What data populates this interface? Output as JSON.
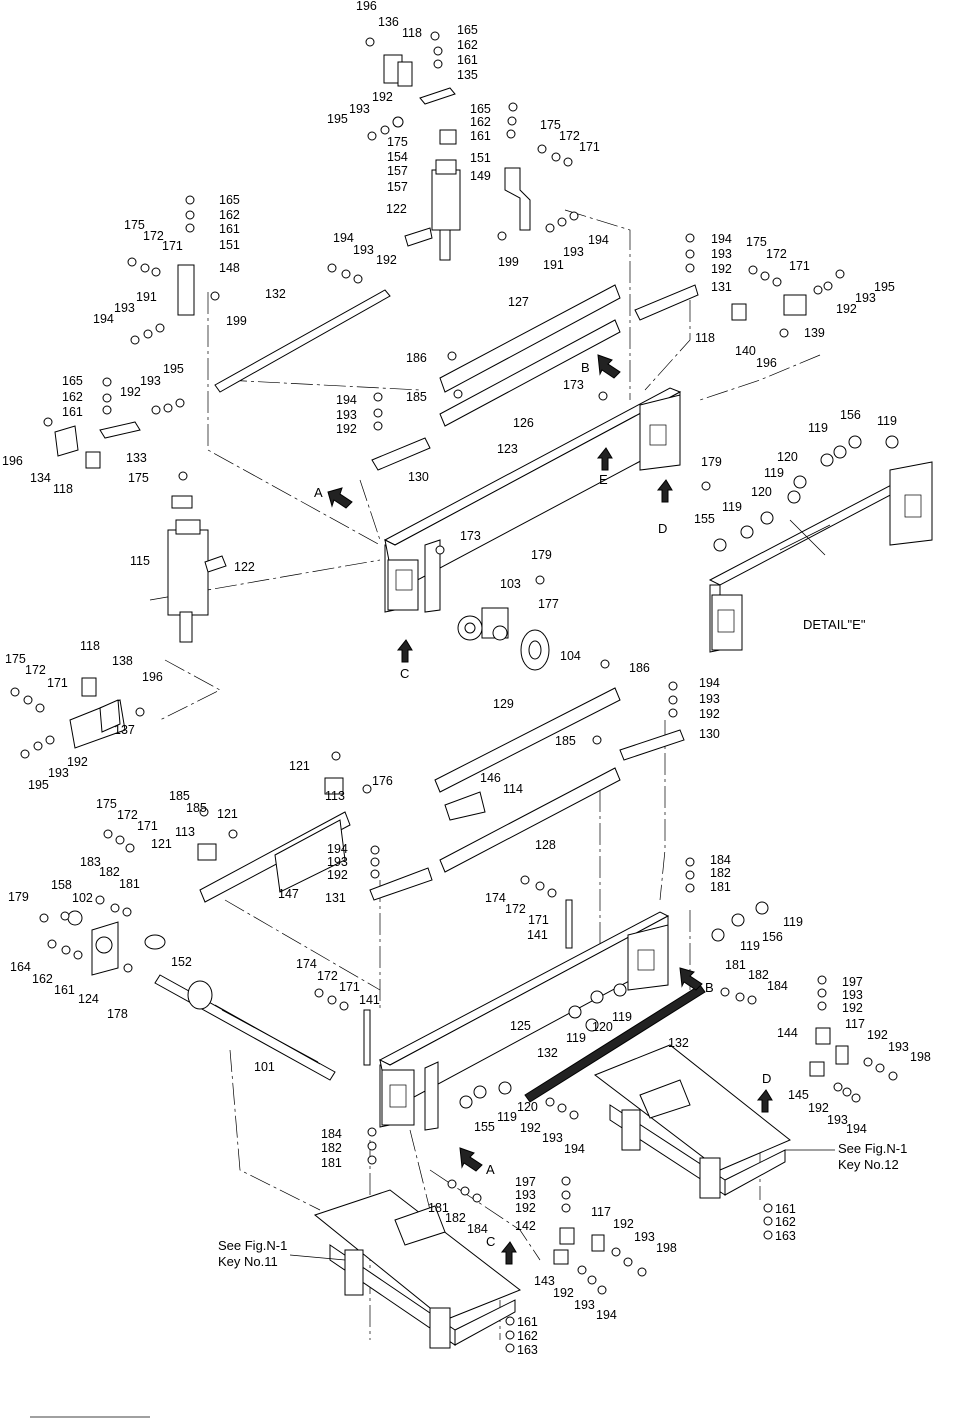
{
  "diagram": {
    "labels": {
      "l196a": "196",
      "l136": "136",
      "l118a": "118",
      "l165a": "165",
      "l162a": "162",
      "l161a": "161",
      "l135": "135",
      "l192a": "192",
      "l193a": "193",
      "l195a": "195",
      "l165b": "165",
      "l162b": "162",
      "l161b": "161",
      "l175a": "175",
      "l154": "154",
      "l157a": "157",
      "l157b": "157",
      "l122a": "122",
      "l175b": "175",
      "l172a": "172",
      "l171a": "171",
      "l151a": "151",
      "l149": "149",
      "l199a": "199",
      "l191a": "191",
      "l193b": "193",
      "l194a": "194",
      "l165c": "165",
      "l162c": "162",
      "l161c": "161",
      "l151b": "151",
      "l148": "148",
      "l175c": "175",
      "l172b": "172",
      "l171b": "171",
      "l194b": "194",
      "l193c": "193",
      "l191b": "191",
      "l199b": "199",
      "l194c": "194",
      "l193d": "193",
      "l192b": "192",
      "l132a": "132",
      "l127": "127",
      "l194d": "194",
      "l193e": "193",
      "l192c": "192",
      "l131a": "131",
      "l175d": "175",
      "l172c": "172",
      "l171c": "171",
      "l195b": "195",
      "l193f": "193",
      "l192d": "192",
      "l118b": "118",
      "l140": "140",
      "l196b": "196",
      "l139": "139",
      "l186a": "186",
      "l185a": "185",
      "l126": "126",
      "l173a": "173",
      "l165d": "165",
      "l162d": "162",
      "l161d": "161",
      "l192e": "192",
      "l193g": "193",
      "l195c": "195",
      "l194e": "194",
      "l193h": "193",
      "l192f": "192",
      "l196c": "196",
      "l134": "134",
      "l118c": "118",
      "l133": "133",
      "l175e": "175",
      "l130a": "130",
      "l123": "123",
      "l179a": "179",
      "l156a": "156",
      "l119a": "119",
      "l119b": "119",
      "l120a": "120",
      "l119c": "119",
      "l120b": "120",
      "l119d": "119",
      "l155a": "155",
      "l173b": "173",
      "l179b": "179",
      "l115": "115",
      "l122b": "122",
      "l103": "103",
      "l177": "177",
      "l104": "104",
      "l118d": "118",
      "l175f": "175",
      "l172d": "172",
      "l171d": "171",
      "l138": "138",
      "l196d": "196",
      "l137": "137",
      "l192g": "192",
      "l193i": "193",
      "l195d": "195",
      "l186b": "186",
      "l194f": "194",
      "l193j": "193",
      "l192h": "192",
      "l129": "129",
      "l130b": "130",
      "l185b": "185",
      "l121a": "121",
      "l176": "176",
      "l113a": "113",
      "l146": "146",
      "l114": "114",
      "l185c": "185",
      "l185d": "185",
      "l121b": "121",
      "l175g": "175",
      "l172e": "172",
      "l171e": "171",
      "l121c": "121",
      "l113b": "113",
      "l128": "128",
      "l194g": "194",
      "l193k": "193",
      "l192i": "192",
      "l147": "147",
      "l131b": "131",
      "l183": "183",
      "l182a": "182",
      "l181a": "181",
      "l179c": "179",
      "l158": "158",
      "l102": "102",
      "l174a": "174",
      "l172f": "172",
      "l171f": "171",
      "l141a": "141",
      "l184a": "184",
      "l182b": "182",
      "l181b": "181",
      "l119e": "119",
      "l156b": "156",
      "l119f": "119",
      "l152": "152",
      "l164": "164",
      "l162e": "162",
      "l161e": "161",
      "l124": "124",
      "l178": "178",
      "l174b": "174",
      "l172g": "172",
      "l171g": "171",
      "l141b": "141",
      "l181c": "181",
      "l182c": "182",
      "l184b": "184",
      "l197a": "197",
      "l193l": "193",
      "l192j": "192",
      "l125": "125",
      "l119g": "119",
      "l120c": "120",
      "l119h": "119",
      "l132b": "132",
      "l132c": "132",
      "l144": "144",
      "l117a": "117",
      "l192k": "192",
      "l193m": "193",
      "l198a": "198",
      "l101": "101",
      "l120d": "120",
      "l119i": "119",
      "l155b": "155",
      "l145": "145",
      "l192l": "192",
      "l193n": "193",
      "l194h": "194",
      "l192m": "192",
      "l193o": "193",
      "l194i": "194",
      "l184c": "184",
      "l182d": "182",
      "l181d": "181",
      "l181e": "181",
      "l182e": "182",
      "l184d": "184",
      "l197b": "197",
      "l193p": "193",
      "l192n": "192",
      "l142": "142",
      "l117b": "117",
      "l192o": "192",
      "l193q": "193",
      "l198b": "198",
      "l143": "143",
      "l192p": "192",
      "l193r": "193",
      "l194j": "194",
      "l161f": "161",
      "l162f": "162",
      "l163a": "163",
      "l161g": "161",
      "l162g": "162",
      "l163b": "163"
    },
    "arrows": {
      "a1": "A",
      "b1": "B",
      "e1": "E",
      "d1": "D",
      "c1": "C",
      "b2": "B",
      "d2": "D",
      "a2": "A",
      "c2": "C"
    },
    "detail_label": "DETAIL\"E\"",
    "see_ref_1": "See Fig.N-1",
    "key_ref_1": "Key No.12",
    "see_ref_2": "See Fig.N-1",
    "key_ref_2": "Key No.11"
  }
}
